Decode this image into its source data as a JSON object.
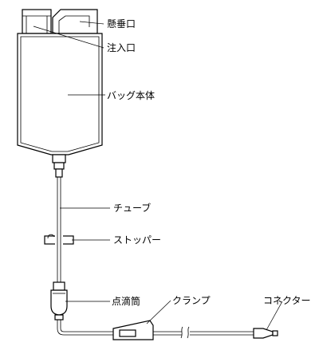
{
  "labels": {
    "hanger": "懸垂口",
    "injection_port": "注入口",
    "bag_body": "バッグ本体",
    "tube": "チューブ",
    "stopper": "ストッパー",
    "drip_chamber": "点滴筒",
    "clamp": "クランプ",
    "connector": "コネクター"
  }
}
